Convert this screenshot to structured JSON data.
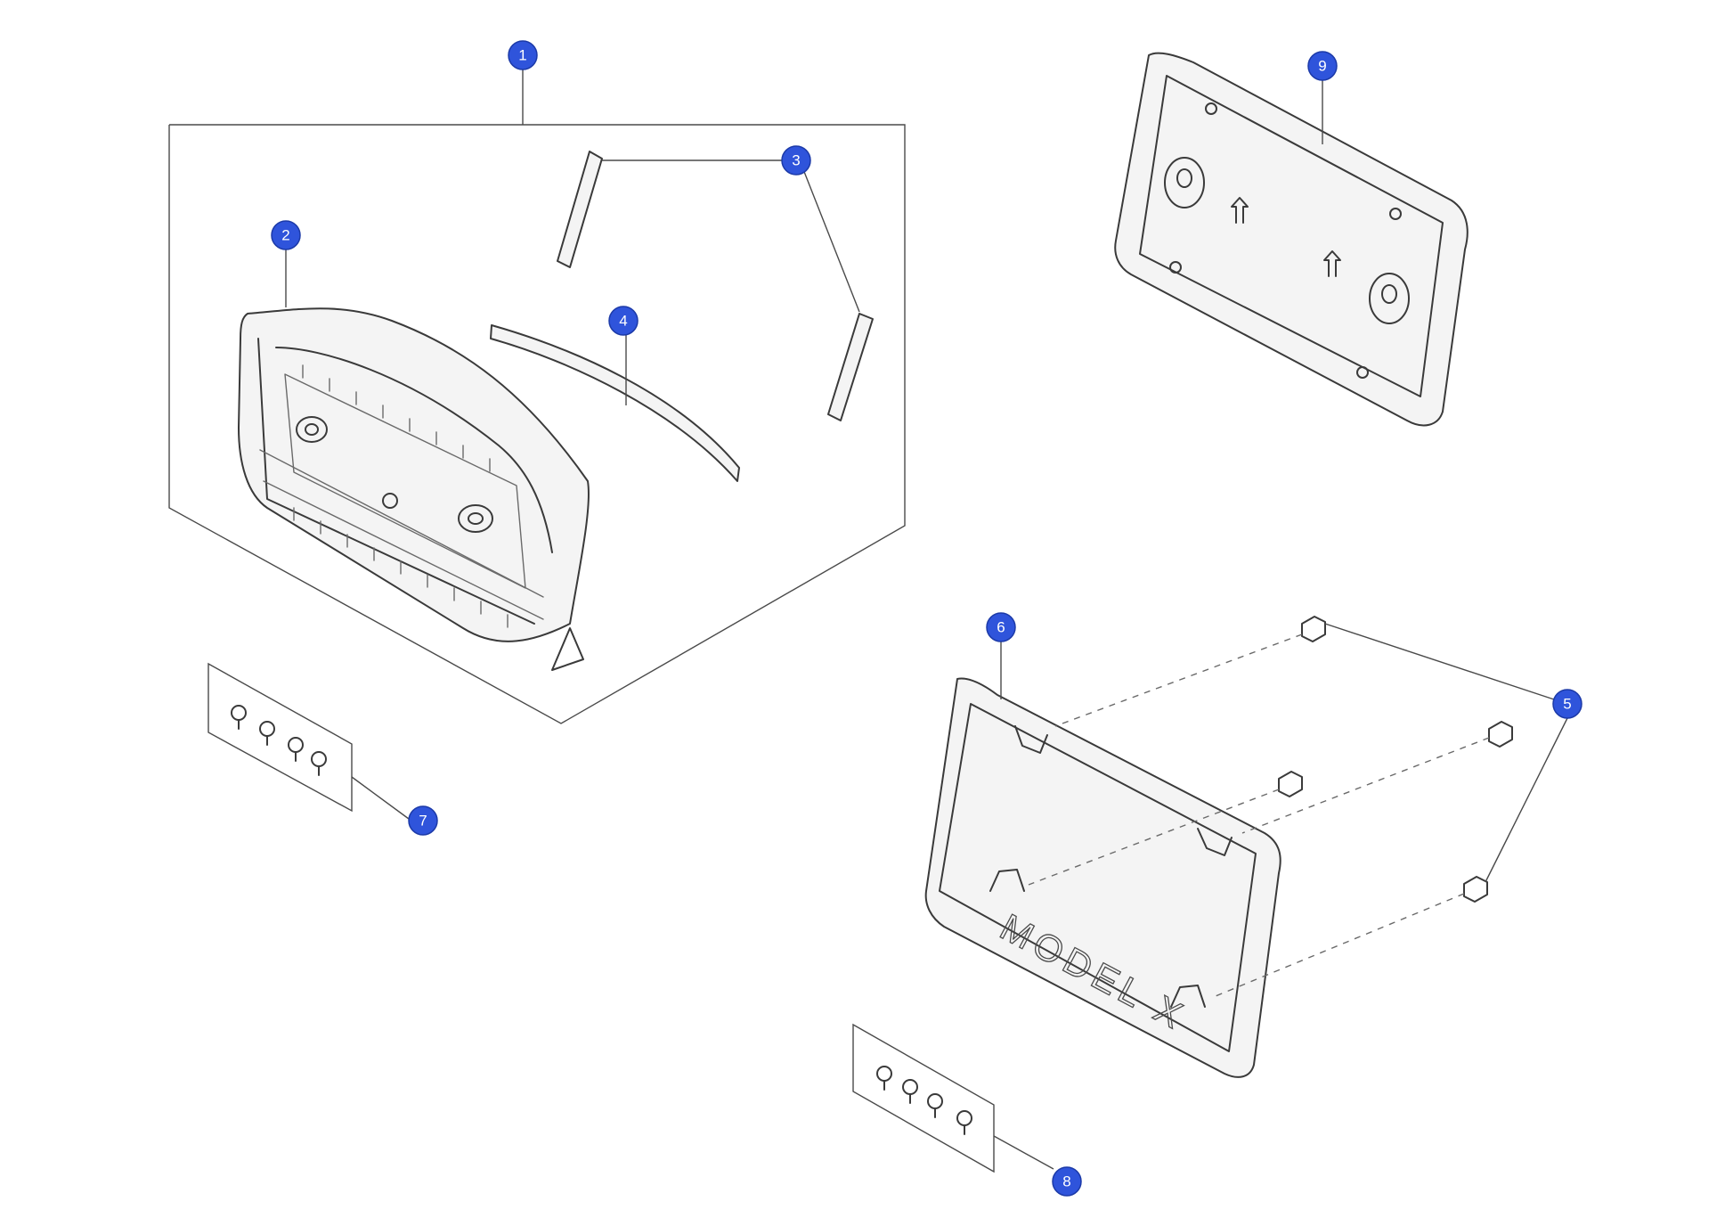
{
  "callouts": [
    {
      "id": "callout-1",
      "label": "1"
    },
    {
      "id": "callout-2",
      "label": "2"
    },
    {
      "id": "callout-3",
      "label": "3"
    },
    {
      "id": "callout-4",
      "label": "4"
    },
    {
      "id": "callout-5",
      "label": "5"
    },
    {
      "id": "callout-6",
      "label": "6"
    },
    {
      "id": "callout-7",
      "label": "7"
    },
    {
      "id": "callout-8",
      "label": "8"
    },
    {
      "id": "callout-9",
      "label": "9"
    }
  ],
  "frame_text": "MODEL X",
  "colors": {
    "callout_fill": "#2f54db",
    "callout_text": "#ffffff",
    "line": "#3a3a3a"
  }
}
